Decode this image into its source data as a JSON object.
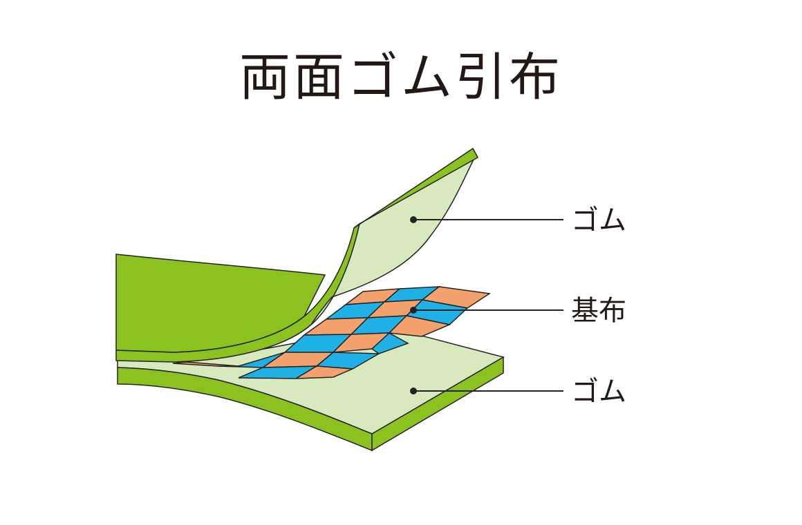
{
  "title": "両面ゴム引布",
  "labels": {
    "top_rubber": "ゴム",
    "base_fabric": "基布",
    "bottom_rubber": "ゴム"
  },
  "colors": {
    "rubber_edge": "#8cc21f",
    "rubber_face": "#d8e9bd",
    "fabric_orange": "#f3a26e",
    "fabric_blue": "#1fb1e6",
    "outline": "#222222",
    "text": "#231815"
  }
}
